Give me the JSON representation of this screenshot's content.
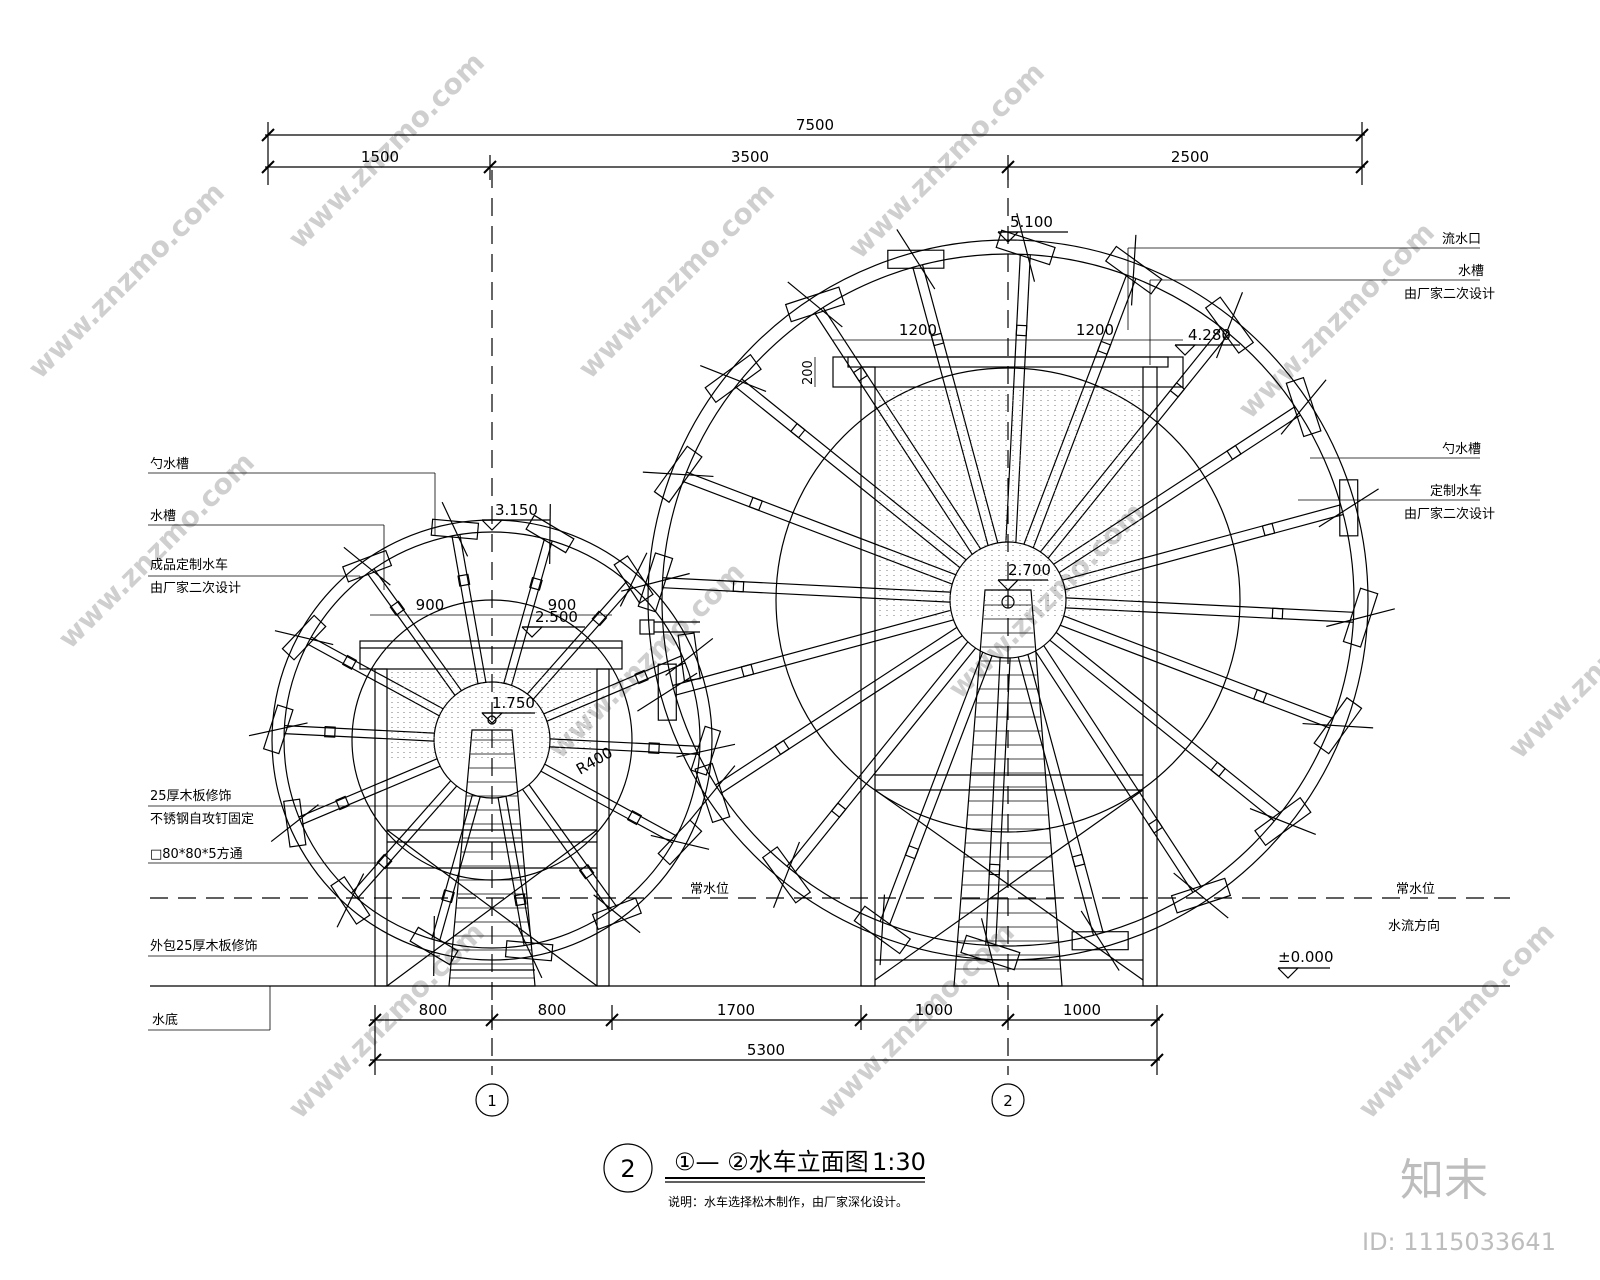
{
  "dimensions_top": {
    "overall": "7500",
    "seg1": "1500",
    "seg2": "3500",
    "seg3": "2500"
  },
  "dimensions_bottom": {
    "seg1": "800",
    "seg2": "800",
    "seg3": "1700",
    "seg4": "1000",
    "seg5": "1000",
    "overall": "5300"
  },
  "small_wheel": {
    "top_elev": "3.150",
    "trough_elev": "2.500",
    "hub_elev": "1.750",
    "dim_left": "900",
    "dim_right": "900",
    "radius_label": "R400"
  },
  "large_wheel": {
    "top_elev": "5.100",
    "trough_elev": "4.280",
    "hub_elev": "2.700",
    "dim_left": "1200",
    "dim_right": "1200",
    "trough_height": "200"
  },
  "labels_left": {
    "l1": "勺水槽",
    "l2": "水槽",
    "l3a": "成品定制水车",
    "l3b": "由厂家二次设计",
    "l4a": "25厚木板修饰",
    "l4b": "不锈钢自攻钉固定",
    "l5": "□80*80*5方通",
    "l6": "外包25厚木板修饰",
    "l7": "水底"
  },
  "labels_right": {
    "r1": "流水口",
    "r2a": "水槽",
    "r2b": "由厂家二次设计",
    "r3": "勺水槽",
    "r4a": "定制水车",
    "r4b": "由厂家二次设计",
    "r5": "常水位",
    "r6": "水流方向",
    "r7": "±0.000"
  },
  "center_water_label": "常水位",
  "axes": {
    "a1": "1",
    "a2": "2"
  },
  "title": {
    "number": "2",
    "text": "①— ②水车立面图",
    "scale": "1:30",
    "note": "说明：水车选择松木制作，由厂家深化设计。"
  },
  "watermark": {
    "brand": "知末",
    "id": "ID: 1115033641",
    "site": "www.znzmo.com"
  }
}
